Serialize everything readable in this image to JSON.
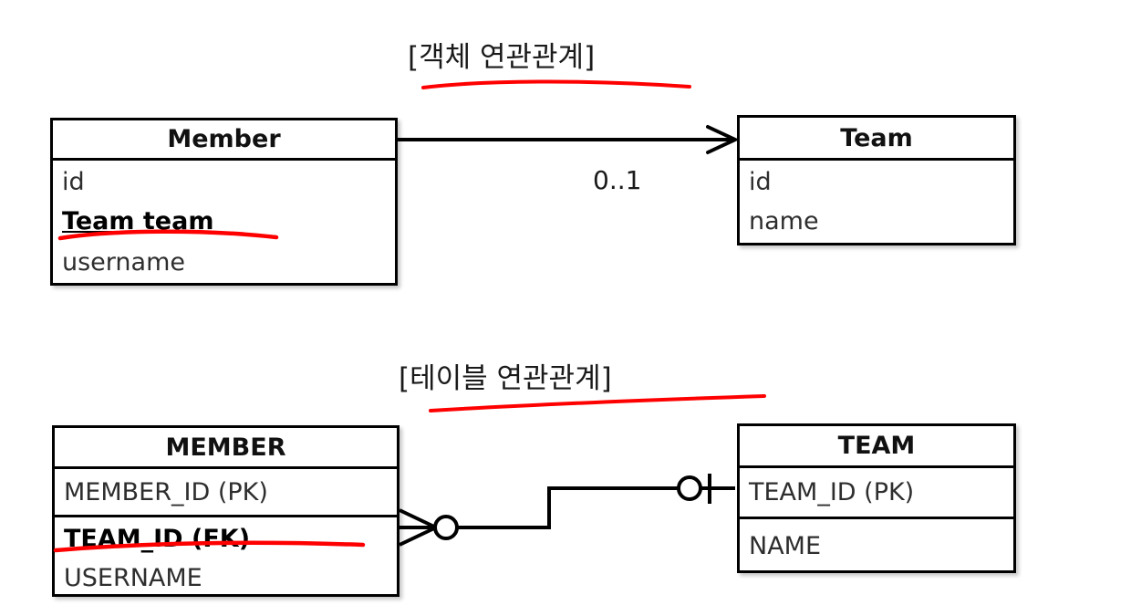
{
  "diagram": {
    "sections": [
      {
        "id": "object-association",
        "title": "[객체 연관관계]",
        "boxes": [
          {
            "id": "member",
            "header": "Member",
            "fields": [
              {
                "text": "id",
                "emphasis": "none"
              },
              {
                "text": "Team team",
                "emphasis": "bold-underline-red"
              },
              {
                "text": "username",
                "emphasis": "none"
              }
            ]
          },
          {
            "id": "team",
            "header": "Team",
            "fields": [
              {
                "text": "id",
                "emphasis": "none"
              },
              {
                "text": "name",
                "emphasis": "none"
              }
            ]
          }
        ],
        "connector": {
          "kind": "uml-association-arrow",
          "from": "member",
          "to": "team",
          "multiplicity": "0..1",
          "arrowhead": "open"
        }
      },
      {
        "id": "table-association",
        "title": "[테이블 연관관계]",
        "boxes": [
          {
            "id": "member-table",
            "header": "MEMBER",
            "fields": [
              {
                "text": "MEMBER_ID (PK)",
                "emphasis": "none"
              },
              {
                "text": "TEAM_ID (FK)",
                "emphasis": "bold-red"
              },
              {
                "text": "USERNAME",
                "emphasis": "none"
              }
            ]
          },
          {
            "id": "team-table",
            "header": "TEAM",
            "fields": [
              {
                "text": "TEAM_ID (PK)",
                "emphasis": "none"
              },
              {
                "text": "NAME",
                "emphasis": "none"
              }
            ]
          }
        ],
        "connector": {
          "kind": "crows-foot",
          "from": "member-table",
          "from_cardinality": "zero-or-many",
          "to": "team-table",
          "to_cardinality": "zero-or-one"
        }
      }
    ]
  },
  "colors": {
    "annotation": "#ff0000",
    "stroke": "#000000",
    "text": "#2e2e2e",
    "background": "#ffffff"
  }
}
